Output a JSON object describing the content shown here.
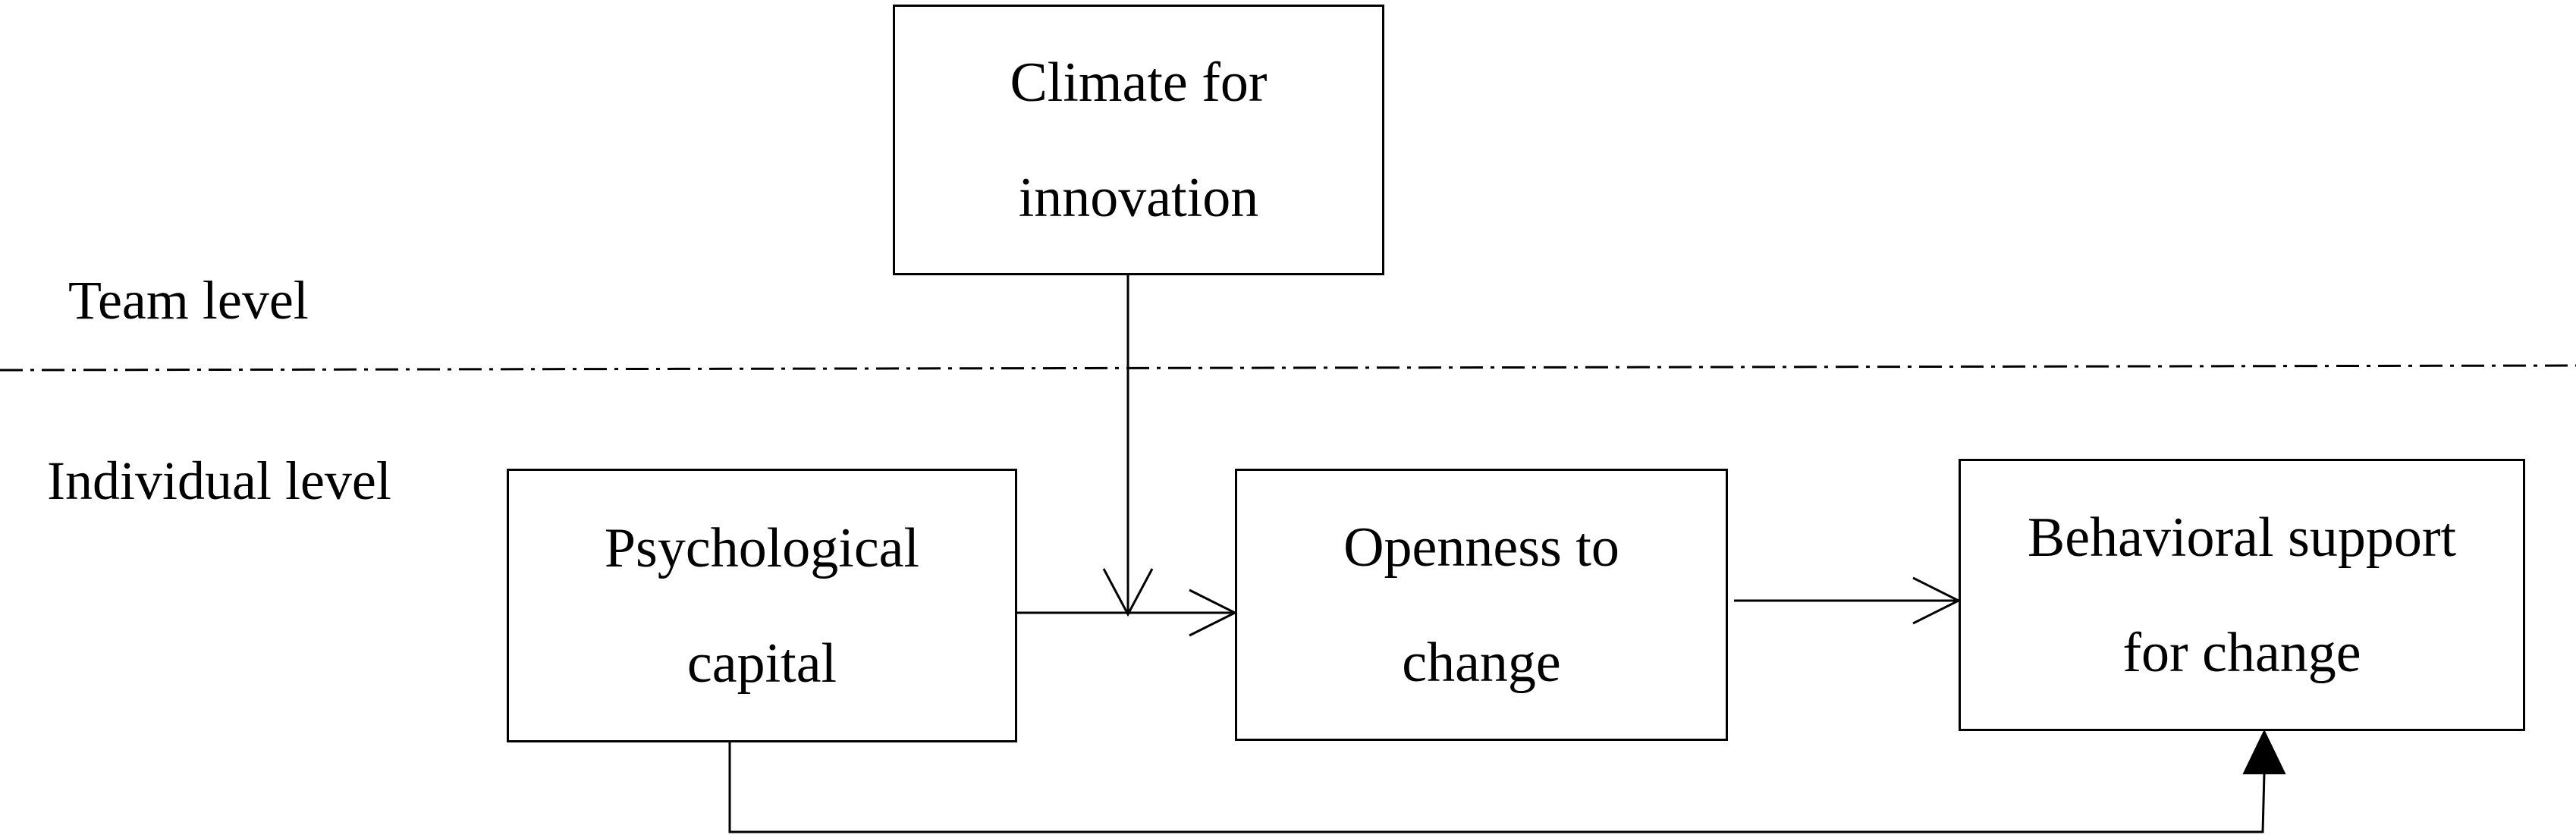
{
  "levels": {
    "team": "Team level",
    "individual": "Individual level"
  },
  "nodes": {
    "climate": {
      "line1": "Climate for",
      "line2": "innovation"
    },
    "psycap": {
      "line1": "Psychological",
      "line2": "capital"
    },
    "openness": {
      "line1": "Openness to",
      "line2": "change"
    },
    "behavioral": {
      "line1": "Behavioral support",
      "line2": "for change"
    }
  },
  "colors": {
    "stroke": "#000000",
    "background": "#ffffff"
  }
}
